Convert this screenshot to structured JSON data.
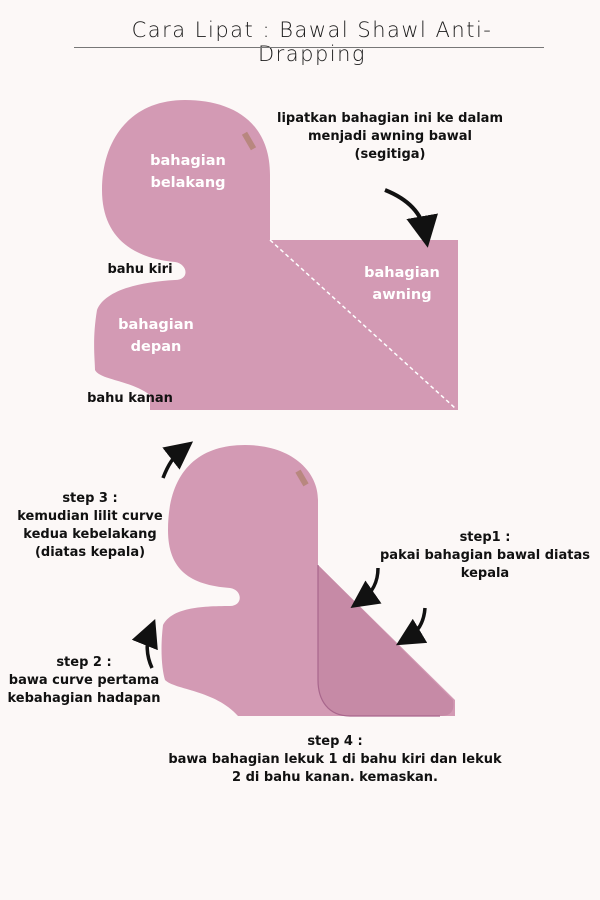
{
  "title": "Cara Lipat : Bawal Shawl Anti-Drapping",
  "colors": {
    "shawl": "#d39ab4",
    "shawl_fold": "#c68aa6",
    "background": "#fcf8f7"
  },
  "diagram1": {
    "instruction": [
      "lipatkan bahagian ini ke dalam",
      "menjadi awning bawal",
      "(segitiga)"
    ],
    "labels": {
      "belakang": [
        "bahagian",
        "belakang"
      ],
      "awning": [
        "bahagian",
        "awning"
      ],
      "depan": [
        "bahagian",
        "depan"
      ],
      "bahu_kiri": "bahu kiri",
      "bahu_kanan": "bahu kanan"
    }
  },
  "diagram2": {
    "step1": {
      "title": "step1 :",
      "text": [
        "pakai bahagian bawal diatas",
        "kepala"
      ]
    },
    "step2": {
      "title": "step 2 :",
      "text": [
        "bawa curve pertama",
        "kebahagian hadapan"
      ]
    },
    "step3": {
      "title": "step 3 :",
      "text": [
        "kemudian lilit curve",
        "kedua kebelakang",
        "(diatas kepala)"
      ]
    },
    "step4": {
      "title": "step 4 :",
      "text": [
        "bawa bahagian lekuk 1 di bahu kiri dan lekuk",
        "2 di bahu kanan. kemaskan."
      ]
    }
  }
}
